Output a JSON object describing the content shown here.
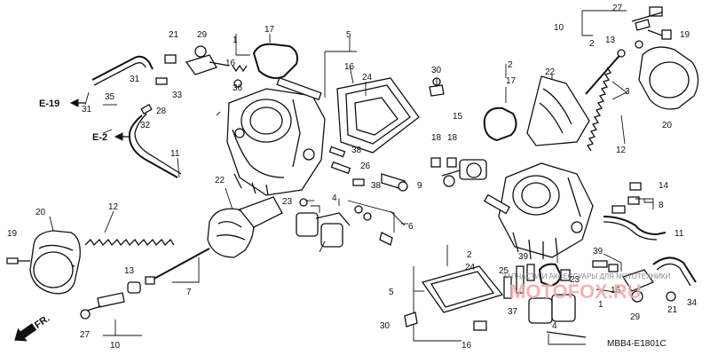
{
  "callouts": {
    "c1a": "1",
    "c1b": "1",
    "c2a": "2",
    "c2b": "2",
    "c2c": "2",
    "c3": "3",
    "c4a": "4",
    "c4b": "4",
    "c5a": "5",
    "c5b": "5",
    "c6": "6",
    "c7": "7",
    "c8": "8",
    "c9": "9",
    "c10a": "10",
    "c10b": "10",
    "c11a": "11",
    "c11b": "11",
    "c12a": "12",
    "c12b": "12",
    "c13a": "13",
    "c13b": "13",
    "c14": "14",
    "c15": "15",
    "c16a": "16",
    "c16b": "16",
    "c16c": "16",
    "c17a": "17",
    "c17b": "17",
    "c18a": "18",
    "c18b": "18",
    "c19a": "19",
    "c19b": "19",
    "c20a": "20",
    "c20b": "20",
    "c21a": "21",
    "c21b": "21",
    "c22a": "22",
    "c22b": "22",
    "c23a": "23",
    "c23b": "23",
    "c24a": "24",
    "c24b": "24",
    "c25": "25",
    "c26": "26",
    "c27a": "27",
    "c27b": "27",
    "c28": "28",
    "c29a": "29",
    "c29b": "29",
    "c30a": "30",
    "c30b": "30",
    "c31a": "31",
    "c31b": "31",
    "c32": "32",
    "c33": "33",
    "c34": "34",
    "c35": "35",
    "c36": "36",
    "c37": "37",
    "c38a": "38",
    "c38b": "38",
    "c39a": "39",
    "c39b": "39"
  },
  "refs": {
    "e19": "E-19",
    "e2": "E-2"
  },
  "front_arrow": "FR.",
  "diagram_code": "MBB4-E1801C",
  "watermark": {
    "text": "ЗАПЧАСТИ И АКСЕССУАРЫ ДЛЯ МОТОТЕХНИКИ",
    "site": "MOTOFOX.RU"
  }
}
